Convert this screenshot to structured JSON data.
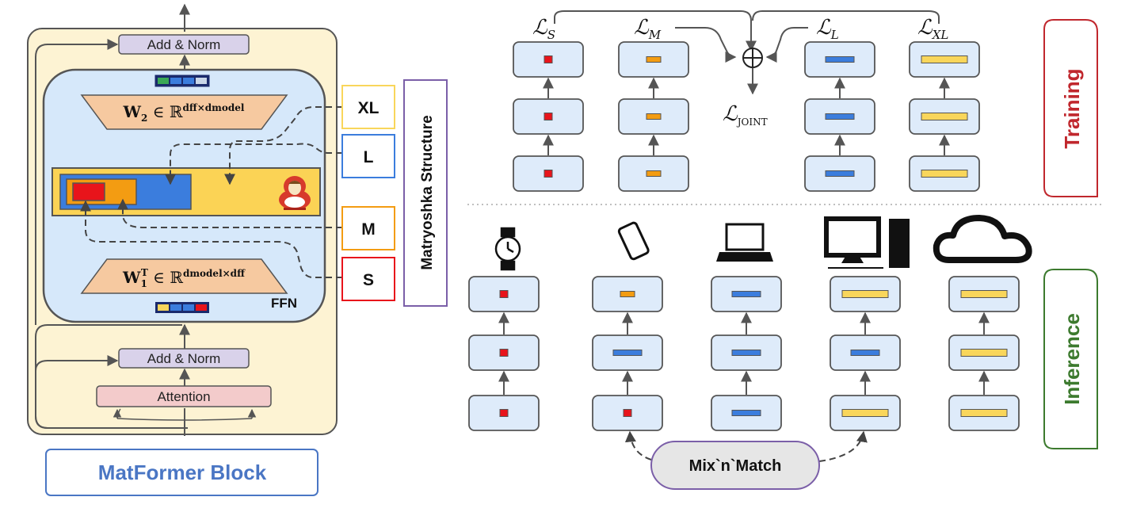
{
  "block": {
    "add_norm_top": "Add & Norm",
    "add_norm_bottom": "Add & Norm",
    "attention": "Attention",
    "ffn_label": "FFN",
    "caption": "MatFormer Block",
    "w2": {
      "base": "W",
      "sub": "2",
      "rest": " ∈ ℝ",
      "sup": "dff×dmodel"
    },
    "w1": {
      "base": "W",
      "sub": "1",
      "supT": "T",
      "rest": " ∈ ℝ",
      "sup": "dmodel×dff"
    }
  },
  "sizes": [
    "XL",
    "L",
    "M",
    "S"
  ],
  "matryoshka_label": "Matryoshka Structure",
  "losses": {
    "S": {
      "base": "ℒ",
      "sub": "S"
    },
    "M": {
      "base": "ℒ",
      "sub": "M"
    },
    "L": {
      "base": "ℒ",
      "sub": "L"
    },
    "XL": {
      "base": "ℒ",
      "sub": "XL"
    },
    "joint": {
      "base": "ℒ",
      "sub": "JOINT"
    }
  },
  "sum_symbol": "⊕",
  "training_label": "Training",
  "inference_label": "Inference",
  "mixnmatch_label": "Mix`n`Match",
  "devices": [
    "watch-icon",
    "phone-icon",
    "laptop-icon",
    "desktop-icon",
    "cloud-icon"
  ],
  "training_columns": [
    [
      "S",
      "S",
      "S"
    ],
    [
      "M",
      "M",
      "M"
    ],
    [
      "L",
      "L",
      "L"
    ],
    [
      "XL",
      "XL",
      "XL"
    ]
  ],
  "inference_columns": [
    [
      "S",
      "S",
      "S"
    ],
    [
      "M",
      "L",
      "S"
    ],
    [
      "L",
      "L",
      "L"
    ],
    [
      "XL",
      "L",
      "XL"
    ],
    [
      "XL",
      "XL",
      "XL"
    ]
  ],
  "colors": {
    "S": "#e8141b",
    "M": "#f39c12",
    "L": "#3b7ddd",
    "XL": "#f9d65b",
    "block_bg": "#fdf3d3",
    "ffn_bg": "#d6e8fa",
    "layer_bg": "#deebfa",
    "training": "#c0272d",
    "inference": "#3c7a2e",
    "caption": "#4a76c4"
  }
}
